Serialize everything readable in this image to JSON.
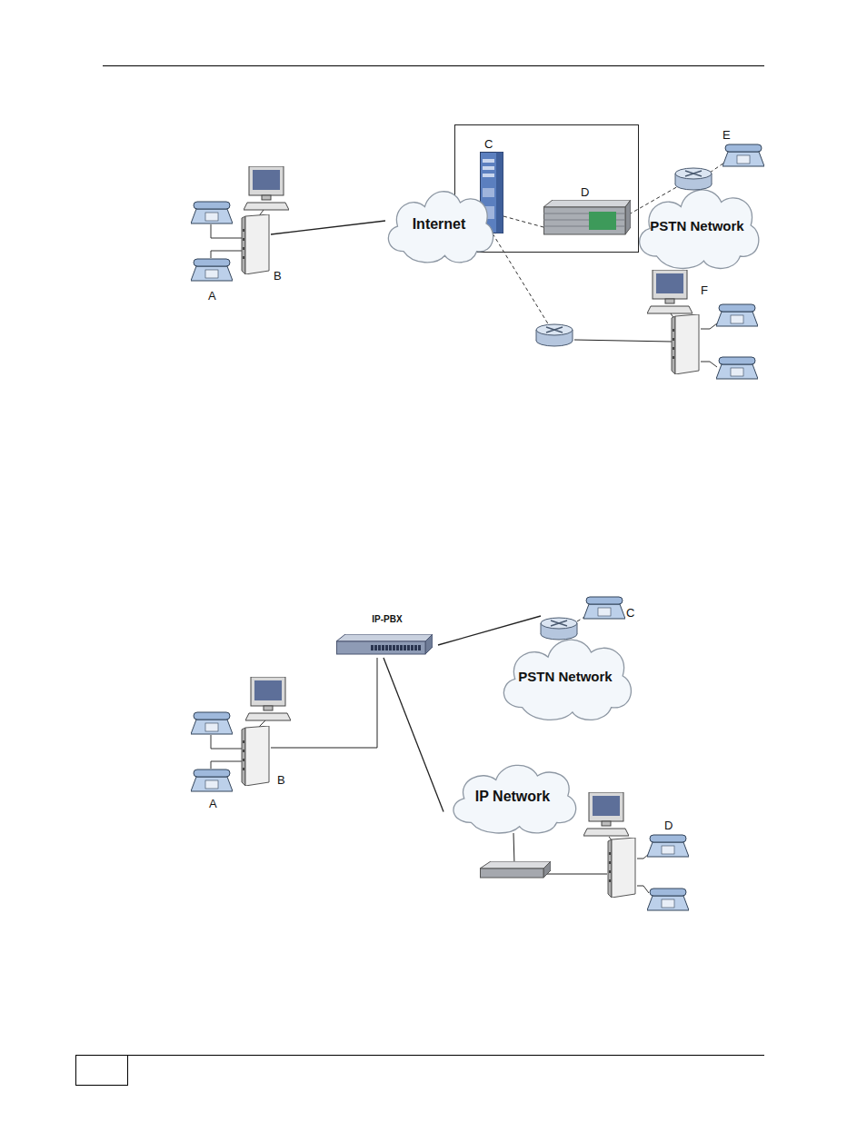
{
  "diagram": {
    "nodes": [
      {
        "text": [
          "Internet"
        ]
      },
      {
        "text": [
          "PSTN Network"
        ]
      },
      {
        "text": [
          "IP-PBX"
        ]
      },
      {
        "text": [
          "PSTN Network"
        ]
      },
      {
        "text": [
          "IP Network"
        ]
      }
    ],
    "edges": [
      {
        "from": 2,
        "to": 3,
        "arrow": "none"
      },
      {
        "from": 2,
        "to": 4,
        "arrow": "none"
      }
    ],
    "labels": [
      "A",
      "B",
      "C",
      "D",
      "E",
      "F",
      "A",
      "B",
      "C",
      "D"
    ]
  }
}
